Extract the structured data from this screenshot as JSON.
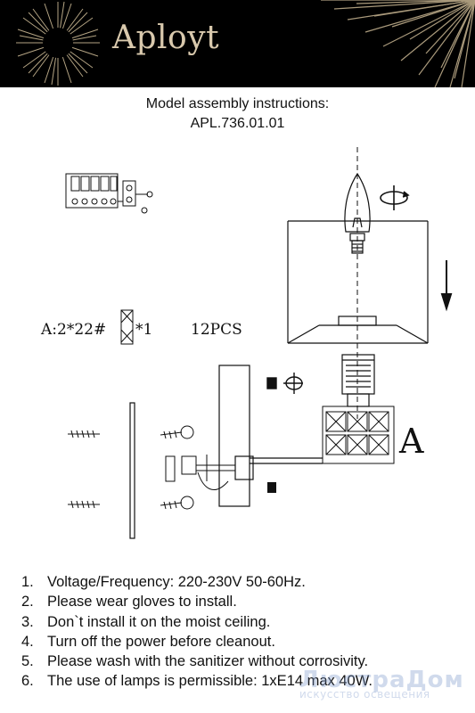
{
  "header": {
    "brand": "Aployt",
    "background": "#000000",
    "accent": "#d9c9ad"
  },
  "document": {
    "title_line1": "Model assembly instructions:",
    "title_line2": "APL.736.01.01"
  },
  "diagram": {
    "parts_label": "A:2*22#",
    "parts_count": "*1",
    "pcs": "12PCS",
    "callout": "A"
  },
  "instructions": [
    {
      "num": "1.",
      "text": "Voltage/Frequency: 220-230V 50-60Hz."
    },
    {
      "num": "2.",
      "text": "Please wear gloves to install."
    },
    {
      "num": "3.",
      "text": "Don`t install it on the moist ceiling."
    },
    {
      "num": "4.",
      "text": "Turn off the power before cleanout."
    },
    {
      "num": "5.",
      "text": "Please wash with the sanitizer without corrosivity."
    },
    {
      "num": "6.",
      "text": "The use of lamps is permissible: 1xE14 max 40W."
    }
  ],
  "watermark": {
    "line1": "ЛюстраДом",
    "line2": "искусство освещения"
  }
}
